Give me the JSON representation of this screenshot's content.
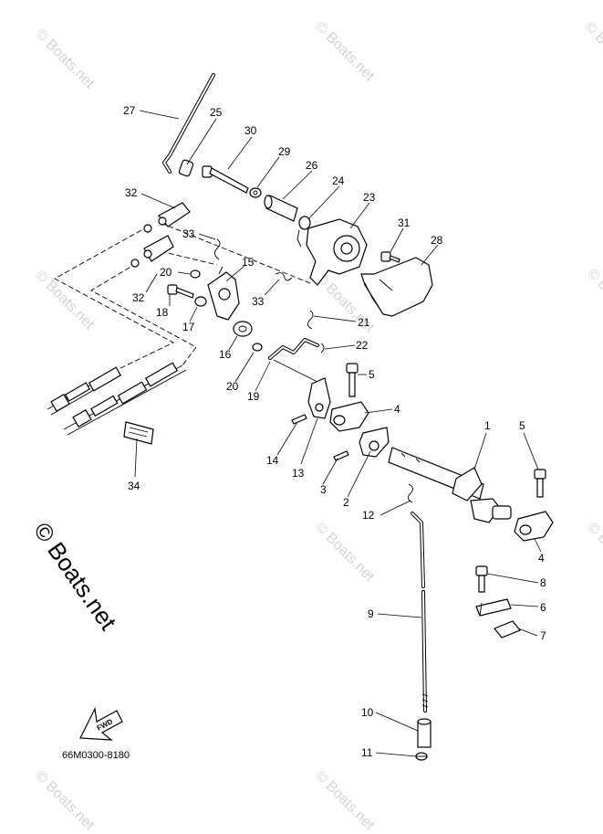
{
  "diagram": {
    "code": "66M0300-8180",
    "copyright_text": "© Boats.net",
    "fwd_label": "FWD",
    "watermark_text": "© Boats.net",
    "callouts": [
      "1",
      "2",
      "3",
      "4",
      "4",
      "5",
      "5",
      "6",
      "7",
      "8",
      "9",
      "10",
      "11",
      "12",
      "13",
      "14",
      "15",
      "16",
      "17",
      "18",
      "19",
      "20",
      "20",
      "21",
      "22",
      "23",
      "24",
      "25",
      "26",
      "27",
      "28",
      "29",
      "30",
      "31",
      "32",
      "32",
      "33",
      "33",
      "34"
    ]
  }
}
